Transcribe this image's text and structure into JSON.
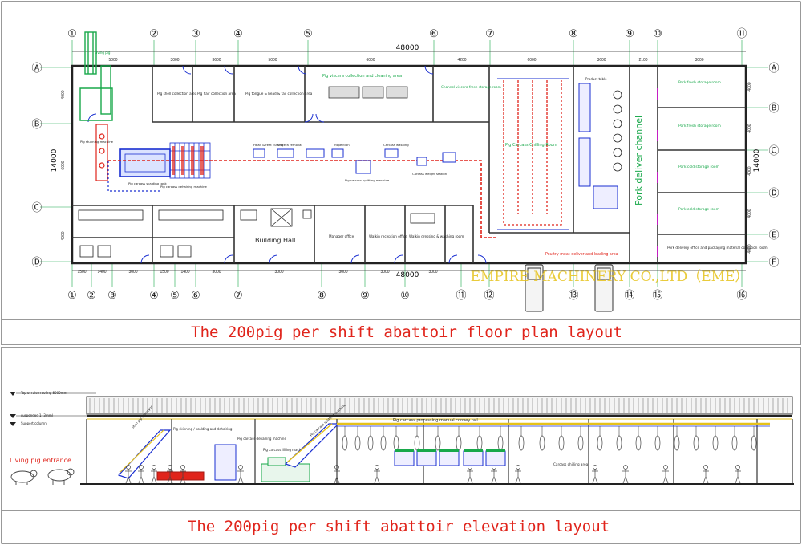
{
  "plan": {
    "title": "The 200pig per shift abattoir floor plan layout",
    "total_dim_top": "48000",
    "total_dim_bottom": "48000",
    "total_dim_side": "14000",
    "col_labels_top": [
      "①",
      "②",
      "③",
      "④",
      "⑤",
      "⑥",
      "⑦",
      "⑧",
      "⑨",
      "⑩",
      "⑪"
    ],
    "col_labels_bottom": [
      "①",
      "②",
      "③",
      "④",
      "⑤",
      "⑥",
      "⑦",
      "⑧",
      "⑨",
      "⑩",
      "⑪",
      "⑫",
      "⑬",
      "⑭",
      "⑮",
      "⑯"
    ],
    "row_labels": [
      "Ⓐ",
      "Ⓑ",
      "Ⓒ",
      "Ⓓ"
    ],
    "row_labels_right": [
      "Ⓐ",
      "Ⓑ",
      "Ⓒ",
      "Ⓓ",
      "Ⓔ",
      "Ⓕ"
    ],
    "dims_top": [
      "5000",
      "3000",
      "3600",
      "5000",
      "6000",
      "4200",
      "6000",
      "3600",
      "2100",
      "3000"
    ],
    "dims_bottom": [
      "1500",
      "1400",
      "3000",
      "1500",
      "1400",
      "3000",
      "3000",
      "3000",
      "3000",
      "3000"
    ],
    "dims_left": [
      "4000",
      "6000",
      "4000"
    ],
    "dims_right": [
      "4000",
      "4000",
      "4000",
      "4000",
      "4000"
    ],
    "watermark": "EMPIRE MACHINERY CO.,LTD（EME）",
    "rooms": {
      "living_pig": "Living pig",
      "hoof_collect": "Pig shell collection area",
      "hair_collect": "Pig hair collection area",
      "head_tail": "Pig tongue & head & tail collection area",
      "viscera_clean": "Pig viscera collection and cleaning area",
      "channel_viscera": "Channel viscera fresh storage room",
      "carcass_chill": "Pig Carcass Chilling Room",
      "pork_deliver": "Pork deliver channel",
      "fresh_store_1": "Pork fresh storage room",
      "fresh_store_2": "Pork fresh storage room",
      "fresh_store_3": "Pork cold storage room",
      "fresh_store_4": "Pork cold storage room",
      "building_hall": "Building Hall",
      "manager_office": "Manager office",
      "walkin_office": "Walkin reception office",
      "walkin_shower": "Walkin dressing & washing room",
      "loading_area": "Poultry meat deliver and loading area",
      "delivery_office": "Pork delivery office and packaging material collection room",
      "stunning": "Pig stunning machine",
      "scalding": "Pig carcass scalding tank",
      "dehair": "Pig carcass dehairing machine",
      "splitting": "Pig carcass splitting machine",
      "inspection": "Inspection",
      "carcass_weight": "Carcass weight station",
      "head_feet": "Head & feet cutting",
      "viscera_remove": "Viscera removal",
      "carcass_wash": "Carcass washing",
      "product_table": "Product table"
    }
  },
  "elevation": {
    "title": "The 200pig per shift abattoir elevation layout",
    "level_top": "Top of raise roofing 8000mm",
    "level_mid": "suspended 1 (3mm)",
    "level_low": "Support column",
    "living_pig_label": "Living pig entrance",
    "line_label": "Pig carcass processing manual convey rail",
    "chill_label": "Carcass chilling area",
    "stun_label": "Stun pig conveyor",
    "scald_label": "Pig skinning / scalding and dehairing",
    "dehair_label": "Pig carcass dehairing machine",
    "conveyor_label": "Pig carcass lifting machine",
    "splitter_label": "Pig carcass splitting machine"
  },
  "colors": {
    "title_red": "#e0241b",
    "watermark": "#e6c21a",
    "cad_green": "#18a84a",
    "cad_blue": "#1a2fd1",
    "cad_magenta": "#c41ec4",
    "cad_red": "#e0241b"
  }
}
